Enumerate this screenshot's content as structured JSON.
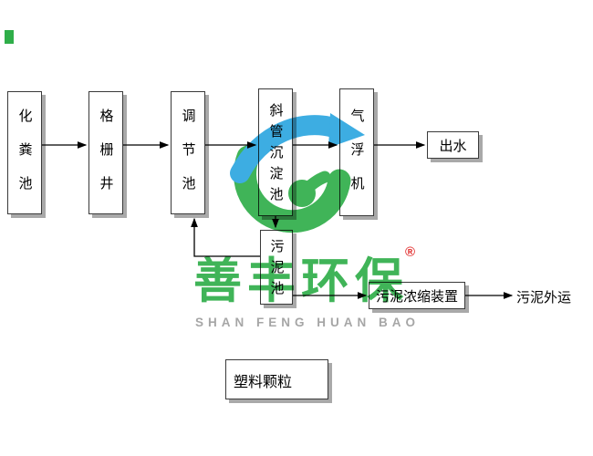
{
  "page": {
    "background": "#ffffff"
  },
  "diagram": {
    "boxes": {
      "septic_tank": "化粪池",
      "grid_well": "格栅井",
      "regulating_tank": "调节池",
      "sedimentation_tank": "斜管沉淀池",
      "air_flotation": "气浮机",
      "effluent": "出水",
      "sludge_tank": "污泥池",
      "sludge_thickener": "污泥浓缩装置",
      "plastic_granules": "塑料颗粒"
    },
    "labels": {
      "sludge_out": "污泥外运"
    },
    "line_color": "#000000",
    "box_border_color": "#3a3a3a",
    "box_shadow_color": "#a9a9a9"
  },
  "watermark": {
    "brand_cn": "善丰环保",
    "registered_mark": "®",
    "brand_en": "SHAN FENG HUAN BAO",
    "colors": {
      "green": "#2fae49",
      "blue": "#2ca6e0",
      "en_text": "#9e9e9e",
      "registered": "#e02020"
    }
  }
}
